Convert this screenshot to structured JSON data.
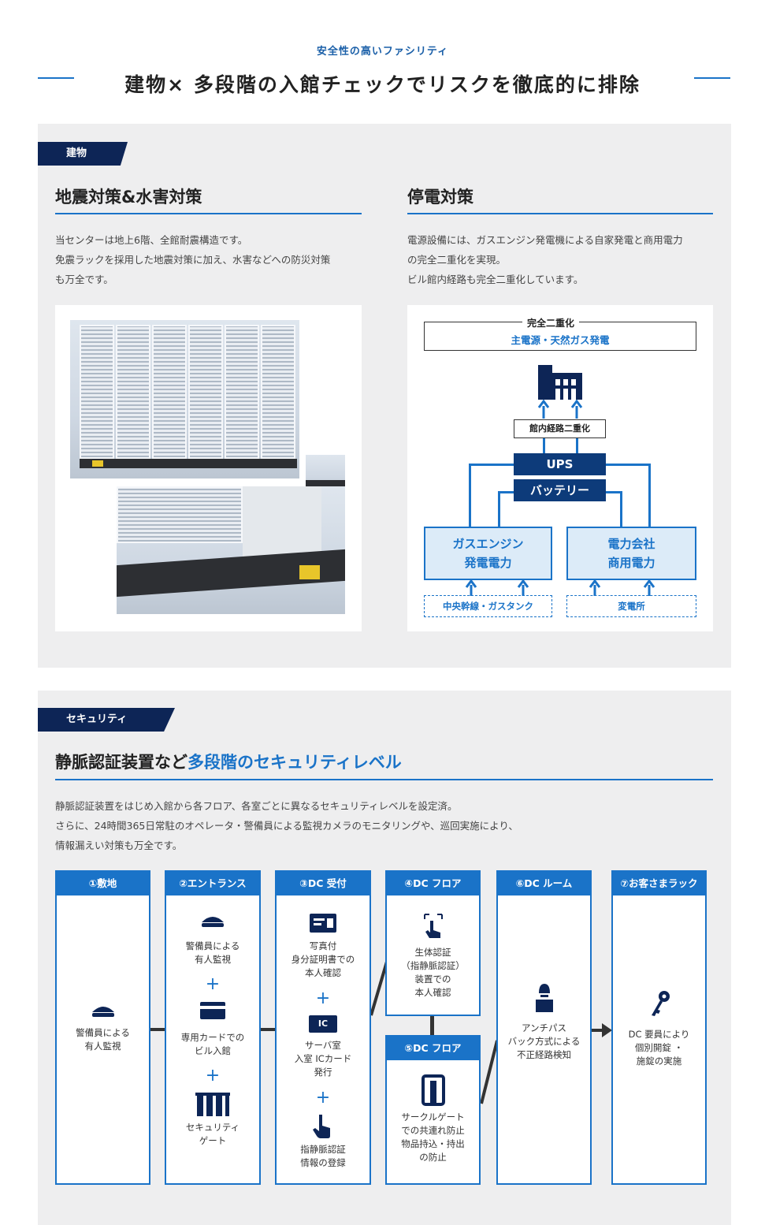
{
  "header": {
    "eyebrow": "安全性の高いファシリティ",
    "title": "建物× 多段階の入館チェックでリスクを徹底的に排除"
  },
  "building": {
    "tab": "建物",
    "quake": {
      "title": "地震対策&水害対策",
      "lines": [
        "当センターは地上6階、全館耐震構造です。",
        "免震ラックを採用した地震対策に加え、水害などへの防災対策",
        "も万全です。"
      ]
    },
    "power": {
      "title": "停電対策",
      "lines": [
        "電源設備には、ガスエンジン発電機による自家発電と商用電力",
        "の完全二重化を実現。",
        "ビル館内経路も完全二重化しています。"
      ],
      "diagram": {
        "top_label": "完全二重化",
        "top_sub": "主電源・天然ガス発電",
        "route": "館内経路二重化",
        "ups": "UPS",
        "battery": "バッテリー",
        "gas_line1": "ガスエンジン",
        "gas_line2": "発電電力",
        "grid_line1": "電力会社",
        "grid_line2": "商用電力",
        "gas_src": "中央幹線・ガスタンク",
        "grid_src": "変電所"
      }
    }
  },
  "security": {
    "tab": "セキュリティ",
    "title_a": "静脈認証装置など",
    "title_b": "多段階のセキュリティレベル",
    "lines": [
      "静脈認証装置をはじめ入館から各フロア、各室ごとに異なるセキュリティレベルを設定済。",
      "さらに、24時間365日常駐のオペレータ・警備員による監視カメラのモニタリングや、巡回実施により、",
      "情報漏えい対策も万全です。"
    ],
    "plus": "+",
    "steps": {
      "s1": {
        "head": "①敷地",
        "text": "警備員による\n有人監視"
      },
      "s2": {
        "head": "②エントランス",
        "t1": "警備員による\n有人監視",
        "t2": "専用カードでの\nビル入館",
        "t3": "セキュリティ\nゲート"
      },
      "s3": {
        "head": "③DC 受付",
        "t1": "写真付\n身分証明書での\n本人確認",
        "ic": "IC",
        "t2": "サーバ室\n入室 ICカード\n発行",
        "t3": "指静脈認証\n情報の登録"
      },
      "s4": {
        "head": "④DC フロア",
        "text": "生体認証\n（指静脈認証）\n装置での\n本人確認"
      },
      "s5": {
        "head": "⑤DC フロア",
        "text": "サークルゲート\nでの共連れ防止\n物品持込・持出\nの防止"
      },
      "s6": {
        "head": "⑥DC ルーム",
        "text": "アンチパス\nバック方式による\n不正経路検知"
      },
      "s7": {
        "head": "⑦お客さまラック",
        "text": "DC 要員により\n個別開錠 ・\n施錠の実施"
      }
    }
  }
}
